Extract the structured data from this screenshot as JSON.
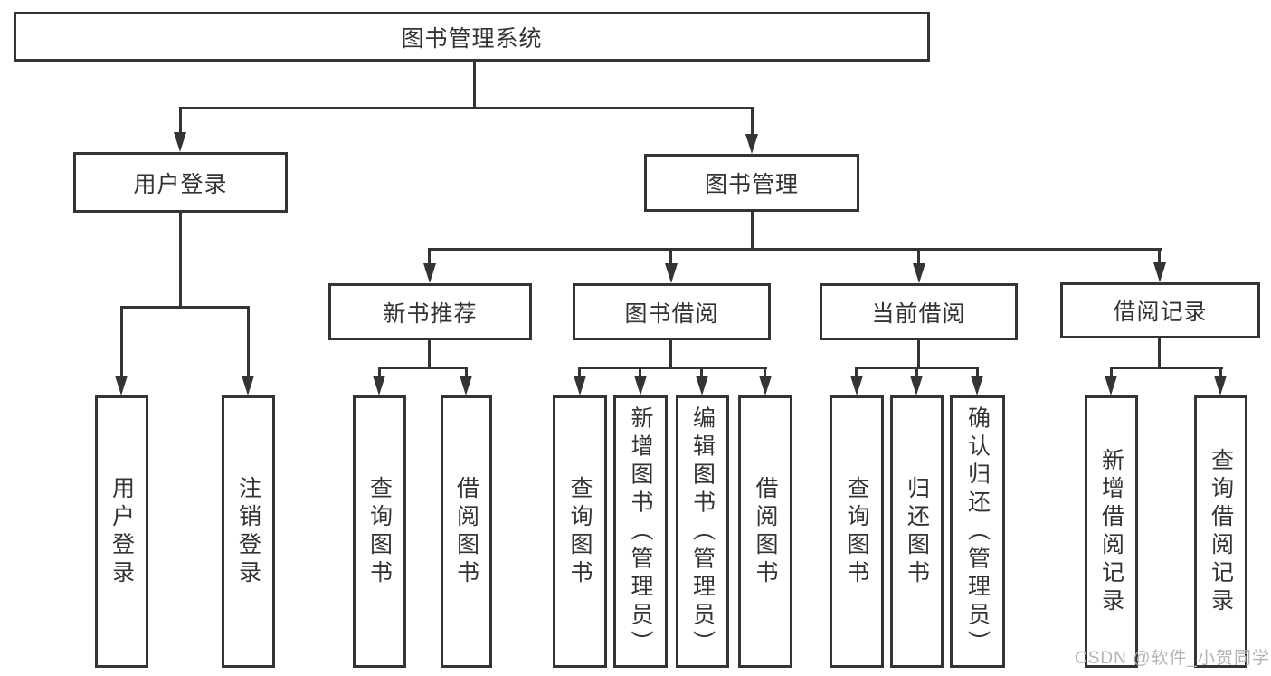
{
  "tree": {
    "root": {
      "label": "图书管理系统"
    },
    "branches": [
      {
        "label": "用户登录",
        "children": [
          {
            "label": "用户登录"
          },
          {
            "label": "注销登录"
          }
        ]
      },
      {
        "label": "图书管理",
        "children": [
          {
            "label": "新书推荐",
            "children": [
              {
                "label": "查询图书"
              },
              {
                "label": "借阅图书"
              }
            ]
          },
          {
            "label": "图书借阅",
            "children": [
              {
                "label": "查询图书"
              },
              {
                "label": "新增图书（管理员）"
              },
              {
                "label": "编辑图书（管理员）"
              },
              {
                "label": "借阅图书"
              }
            ]
          },
          {
            "label": "当前借阅",
            "children": [
              {
                "label": "查询图书"
              },
              {
                "label": "归还图书"
              },
              {
                "label": "确认归还（管理员）"
              }
            ]
          },
          {
            "label": "借阅记录",
            "children": [
              {
                "label": "新增借阅记录"
              },
              {
                "label": "查询借阅记录"
              }
            ]
          }
        ]
      }
    ]
  },
  "watermark": {
    "text": "CSDN @软件_小贺同学"
  },
  "colors": {
    "line": "#343434",
    "text": "#333333",
    "watermark": "#b3b3b3",
    "bg": "#ffffff"
  }
}
